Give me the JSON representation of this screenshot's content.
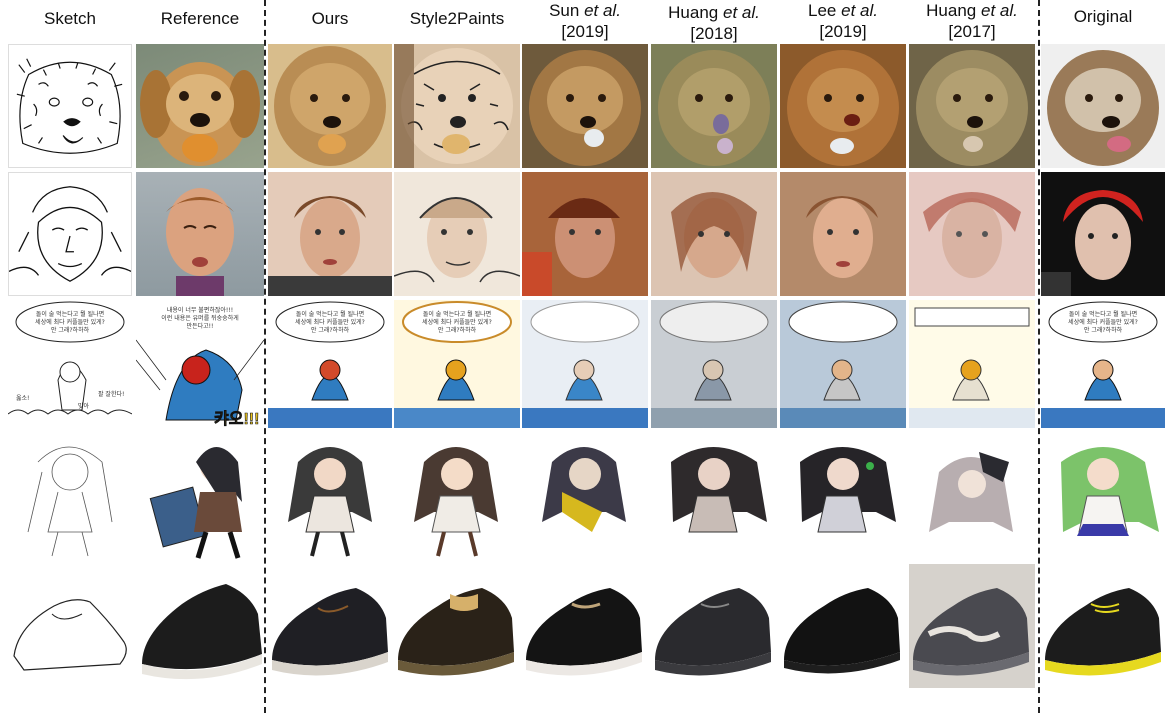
{
  "columns": [
    {
      "label": "Sketch"
    },
    {
      "label": "Reference"
    },
    {
      "label": "Ours"
    },
    {
      "label": "Style2Paints"
    },
    {
      "label_pre": "Sun ",
      "label_em": "et al.",
      "cite": "[2019]"
    },
    {
      "label_pre": "Huang ",
      "label_em": "et al.",
      "cite": "[2018]"
    },
    {
      "label_pre": "Lee ",
      "label_em": "et al.",
      "cite": "[2019]"
    },
    {
      "label_pre": "Huang ",
      "label_em": "et al.",
      "cite": "[2017]"
    },
    {
      "label": "Original"
    }
  ],
  "rows": [
    "dog",
    "face",
    "comic",
    "anime",
    "shoe"
  ],
  "comic_text": {
    "line1": "돌이 술 먹는다고 뭘 될나면",
    "line2": "세상에 최다 커플들만 있게?",
    "line3": "안 그래?하하하",
    "ref_line1": "내용이 너무 불편하잖아!!!",
    "ref_line2": "이런 내용은 유머를 뒤숭숭하게",
    "ref_line3": "만든다고!!",
    "shout": "캬오!!!",
    "left_label": "옳소!",
    "right_label": "팔 잘한다!",
    "bottom_label": "맞아"
  },
  "colors": {
    "dog": "#b98b4e",
    "dog_light": "#d9b57e",
    "face_skin": "#d9a98b",
    "hair_red": "#d0231f",
    "anime_green": "#7cc36a",
    "comic_blue": "#2f7cc0",
    "shoe_black": "#1c1c1c",
    "sole_yellow": "#e6d91f"
  }
}
